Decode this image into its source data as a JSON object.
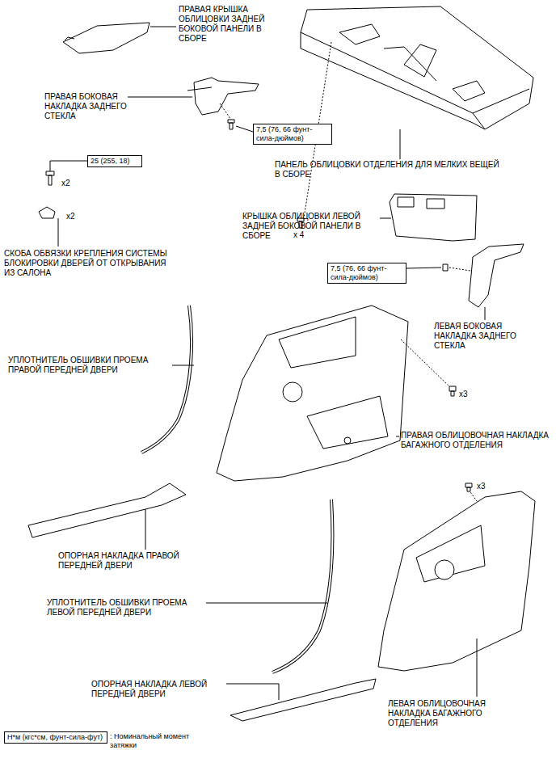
{
  "diagram": {
    "nodes": [
      {
        "text": [
          "7,5 (76, 66 фунт-сила-дюймов)"
        ]
      },
      {
        "text": [
          "25 (255, 18)"
        ]
      },
      {
        "text": [
          "7,5 (76, 66 фунт-сила-дюймов)"
        ]
      },
      {
        "text": [
          "Н*м (кгс*см, фунт-сила-фут)"
        ]
      }
    ],
    "labels": [
      "ПРАВАЯ КРЫШКА ОБЛИЦОВКИ ЗАДНЕЙ БОКОВОЙ ПАНЕЛИ В СБОРЕ",
      "ПРАВАЯ БОКОВАЯ НАКЛАДКА ЗАДНЕГО СТЕКЛА",
      "x2",
      "ПАНЕЛЬ ОБЛИЦОВКИ ОТДЕЛЕНИЯ ДЛЯ МЕЛКИХ ВЕЩЕЙ В СБОРЕ",
      "x2",
      "КРЫШКА ОБЛИЦОВКИ ЛЕВОЙ ЗАДНЕЙ БОКОВОЙ ПАНЕЛИ В СБОРЕ",
      "x 4",
      "СКОБА ОБВЯЗКИ КРЕПЛЕНИЯ СИСТЕМЫ БЛОКИРОВКИ ДВЕРЕЙ ОТ ОТКРЫВАНИЯ ИЗ САЛОНА",
      "ЛЕВАЯ БОКОВАЯ НАКЛАДКА ЗАДНЕГО СТЕКЛА",
      "УПЛОТНИТЕЛЬ ОБШИВКИ ПРОЕМА ПРАВОЙ ПЕРЕДНЕЙ ДВЕРИ",
      "x3",
      "ПРАВАЯ ОБЛИЦОВОЧНАЯ НАКЛАДКА БАГАЖНОГО ОТДЕЛЕНИЯ",
      "x3",
      "ОПОРНАЯ НАКЛАДКА ПРАВОЙ ПЕРЕДНЕЙ ДВЕРИ",
      "УПЛОТНИТЕЛЬ ОБШИВКИ ПРОЕМА ЛЕВОЙ ПЕРЕДНЕЙ ДВЕРИ",
      "ОПОРНАЯ НАКЛАДКА ЛЕВОЙ ПЕРЕДНЕЙ ДВЕРИ",
      "ЛЕВАЯ ОБЛИЦОВОЧНАЯ НАКЛАДКА БАГАЖНОГО ОТДЕЛЕНИЯ"
    ],
    "legend": [
      {
        "text": ": Номинальный момент затяжки"
      }
    ]
  }
}
